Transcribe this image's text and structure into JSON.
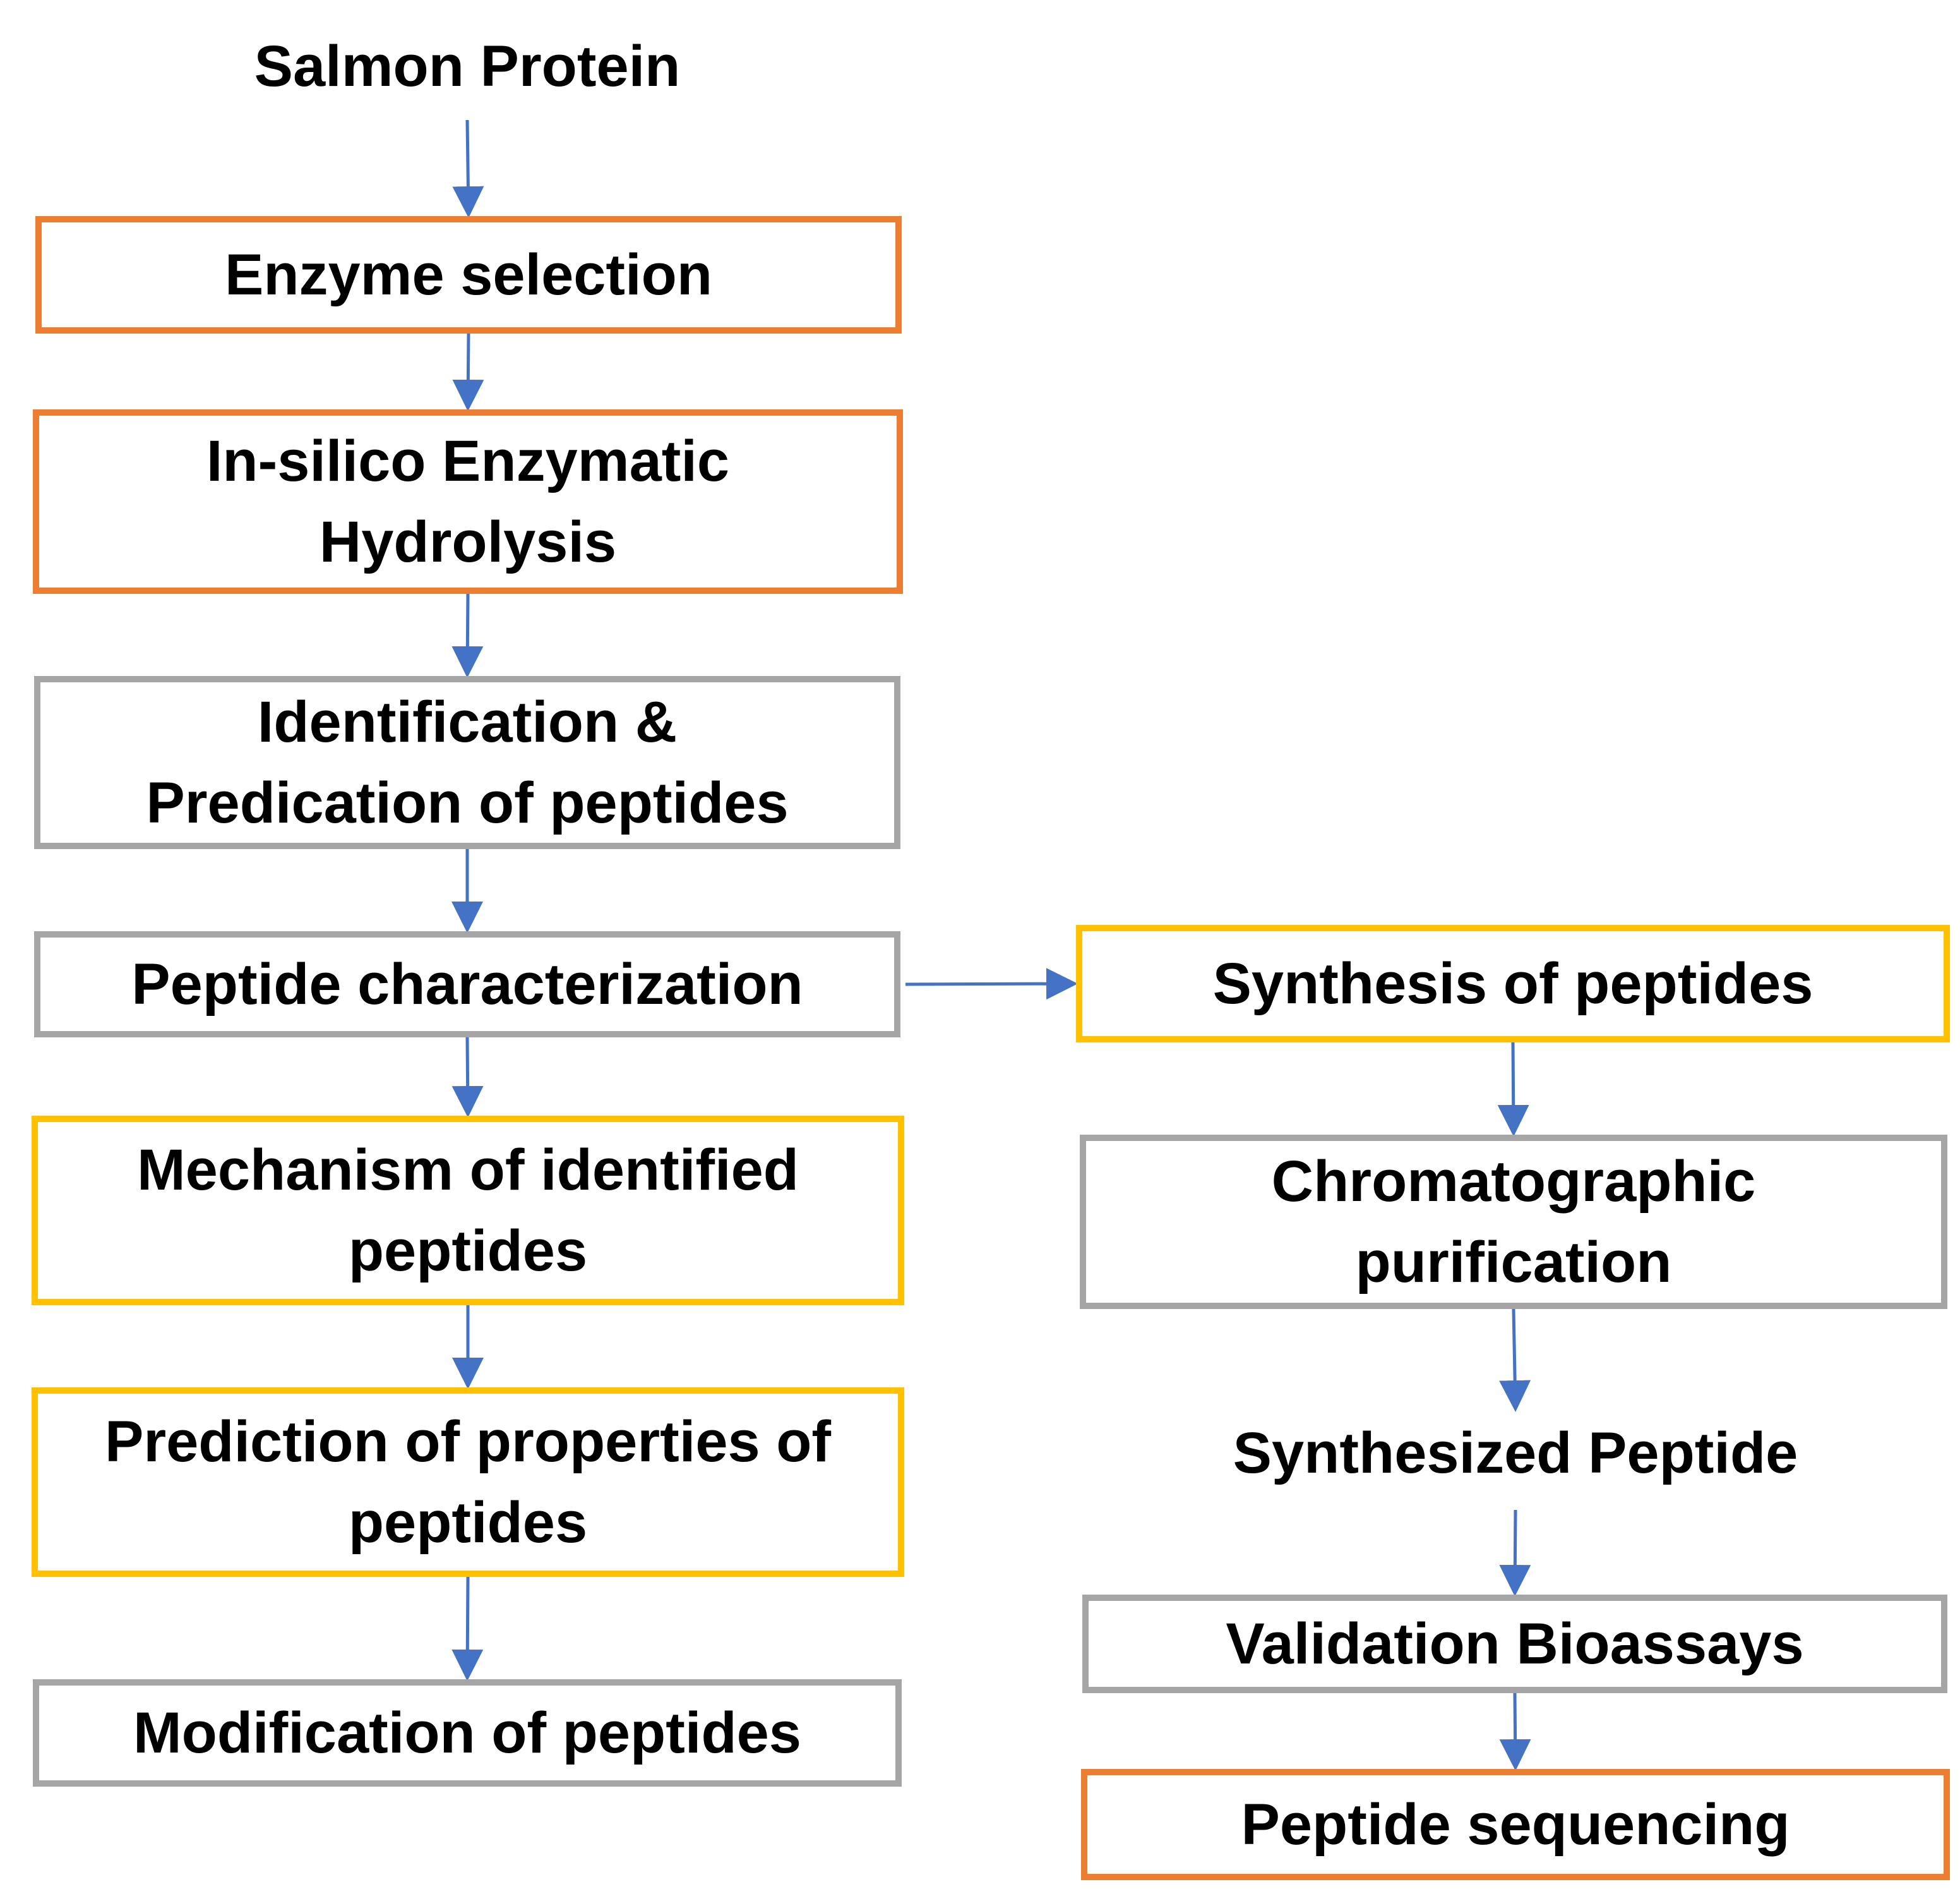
{
  "colors": {
    "orange": "#ED7D31",
    "gray": "#A5A5A5",
    "yellow": "#FFC000",
    "arrow": "#4472C4",
    "text": "#000000"
  },
  "nodes": {
    "salmon_protein": {
      "label": "Salmon Protein",
      "border": "none"
    },
    "enzyme_selection": {
      "label": "Enzyme selection",
      "border": "orange"
    },
    "in_silico_hydrolysis": {
      "lines": [
        "In-silico Enzymatic",
        "Hydrolysis"
      ],
      "border": "orange"
    },
    "identification_prediction": {
      "lines": [
        "Identification &",
        "Predication of peptides"
      ],
      "border": "gray"
    },
    "peptide_characterization": {
      "label": "Peptide characterization",
      "border": "gray"
    },
    "mechanism": {
      "lines": [
        "Mechanism of identified",
        "peptides"
      ],
      "border": "yellow"
    },
    "prediction_properties": {
      "lines": [
        "Prediction of properties of",
        "peptides"
      ],
      "border": "yellow"
    },
    "modification": {
      "label": "Modification of peptides",
      "border": "gray"
    },
    "synthesis": {
      "label": "Synthesis of peptides",
      "border": "yellow"
    },
    "chromatographic": {
      "lines": [
        "Chromatographic",
        "purification"
      ],
      "border": "gray"
    },
    "synthesized_peptide": {
      "label": "Synthesized Peptide",
      "border": "none"
    },
    "validation": {
      "label": "Validation Bioassays",
      "border": "gray"
    },
    "sequencing": {
      "label": "Peptide sequencing",
      "border": "orange"
    }
  },
  "edges": [
    [
      "salmon_protein",
      "enzyme_selection"
    ],
    [
      "enzyme_selection",
      "in_silico_hydrolysis"
    ],
    [
      "in_silico_hydrolysis",
      "identification_prediction"
    ],
    [
      "identification_prediction",
      "peptide_characterization"
    ],
    [
      "peptide_characterization",
      "mechanism"
    ],
    [
      "mechanism",
      "prediction_properties"
    ],
    [
      "prediction_properties",
      "modification"
    ],
    [
      "peptide_characterization",
      "synthesis"
    ],
    [
      "synthesis",
      "chromatographic"
    ],
    [
      "chromatographic",
      "synthesized_peptide"
    ],
    [
      "synthesized_peptide",
      "validation"
    ],
    [
      "validation",
      "sequencing"
    ]
  ]
}
